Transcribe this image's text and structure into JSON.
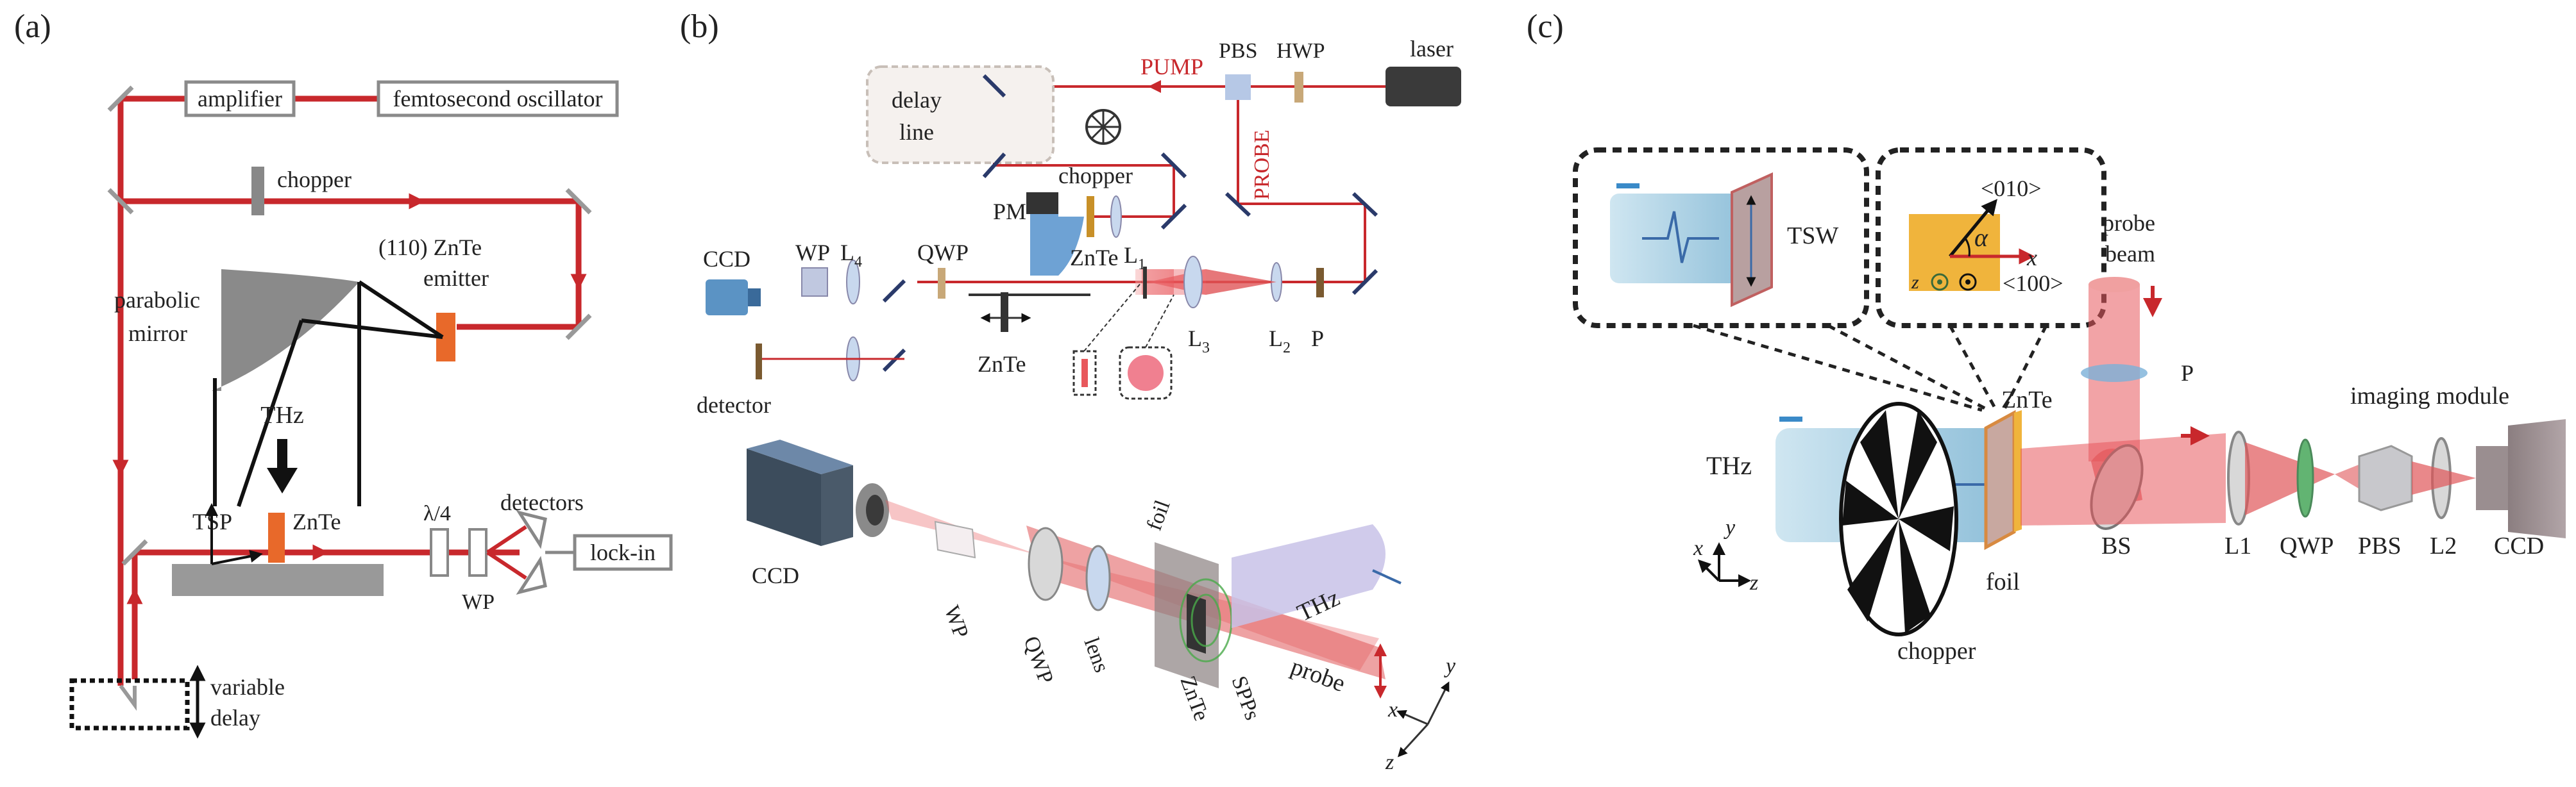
{
  "panel_a": {
    "tag": "(a)",
    "amplifier": "amplifier",
    "oscillator": "femtosecond oscillator",
    "chopper": "chopper",
    "emitter_line1": "(110) ZnTe",
    "emitter_line2": "emitter",
    "mirror_line1": "parabolic",
    "mirror_line2": "mirror",
    "thz": "THz",
    "tsp": "TSP",
    "znte": "ZnTe",
    "quarter_wave": "λ/4",
    "wp": "WP",
    "detectors": "detectors",
    "lockin": "lock-in",
    "delay_line1": "variable",
    "delay_line2": "delay"
  },
  "panel_b": {
    "tag": "(b)",
    "laser": "laser",
    "pbs": "PBS",
    "hwp": "HWP",
    "pump": "PUMP",
    "probe_beam": "PROBE",
    "delay_line1": "delay",
    "delay_line2": "line",
    "chopper": "chopper",
    "pm": "PM",
    "znte_top": "ZnTe",
    "l1": "L",
    "l1_sub": "1",
    "ccd_top": "CCD",
    "wp_top": "WP",
    "l4": "L",
    "l4_sub": "4",
    "qwp_top": "QWP",
    "znte_mid": "ZnTe",
    "l3": "L",
    "l3_sub": "3",
    "l2": "L",
    "l2_sub": "2",
    "p": "P",
    "detector": "detector",
    "ccd_bottom": "CCD",
    "wp_bottom": "WP",
    "qwp_bottom": "QWP",
    "lens": "lens",
    "foil": "foil",
    "znte_bottom": "ZnTe",
    "spps": "SPPs",
    "thz": "THz",
    "probe": "probe",
    "axis_y": "y",
    "axis_x": "x",
    "axis_z": "z"
  },
  "panel_c": {
    "tag": "(c)",
    "tsw": "TSW",
    "dir_010": "<010>",
    "dir_100": "<100>",
    "alpha": "α",
    "inset_x": "x",
    "inset_z": "z",
    "probe_line1": "probe",
    "probe_line2": "beam",
    "p": "P",
    "imaging": "imaging module",
    "znte": "ZnTe",
    "thz": "THz",
    "foil": "foil",
    "chopper": "chopper",
    "bs": "BS",
    "l1": "L1",
    "qwp": "QWP",
    "pbs": "PBS",
    "l2": "L2",
    "ccd": "CCD",
    "axis_x": "x",
    "axis_y": "y",
    "axis_z": "z"
  },
  "colors": {
    "beam_red": "#c8282c",
    "emitter_orange": "#e8692a",
    "optic_gray": "#888888",
    "thz_blue": "#9cc8de",
    "ccd_blue": "#5b93c4",
    "znte_gold": "#f0b43c"
  }
}
